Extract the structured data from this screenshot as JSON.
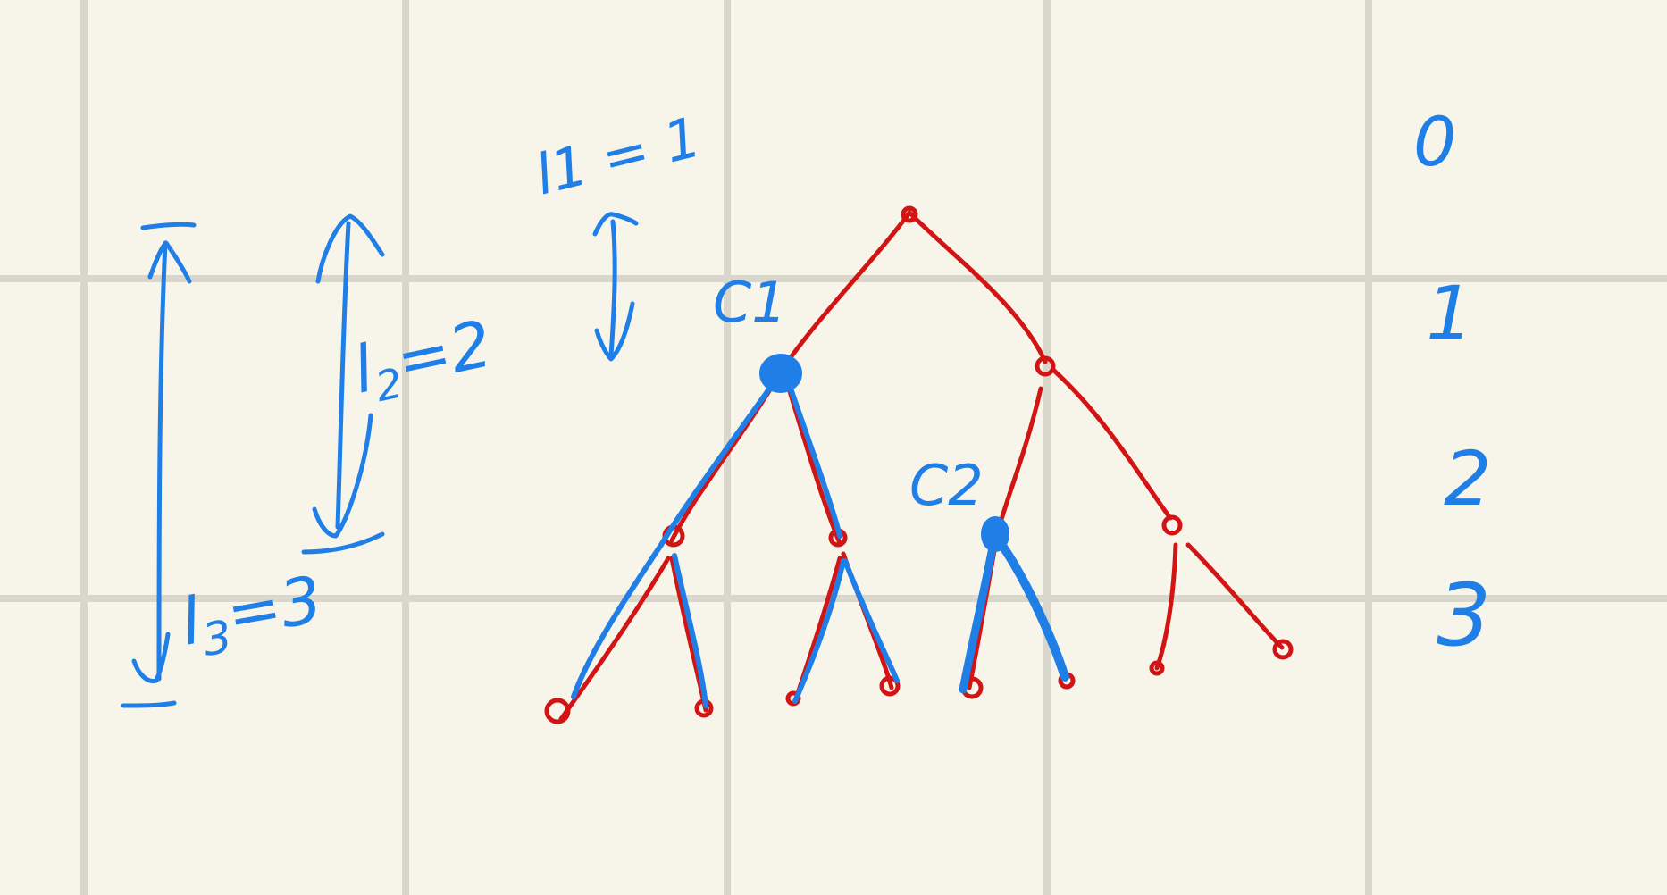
{
  "labels": {
    "l1": "l1 = 1",
    "l2_main": "l",
    "l2_sub": "2",
    "l2_rest": "=2",
    "l3_main": "l",
    "l3_sub": "3",
    "l3_rest": "=3",
    "c1": "C1",
    "c2": "C2"
  },
  "levels": [
    "0",
    "1",
    "2",
    "3"
  ],
  "colors": {
    "background": "#f7f4ea",
    "grid": "#d9d6cb",
    "blue_ink": "#1f7fe6",
    "red_ink": "#d21414"
  }
}
